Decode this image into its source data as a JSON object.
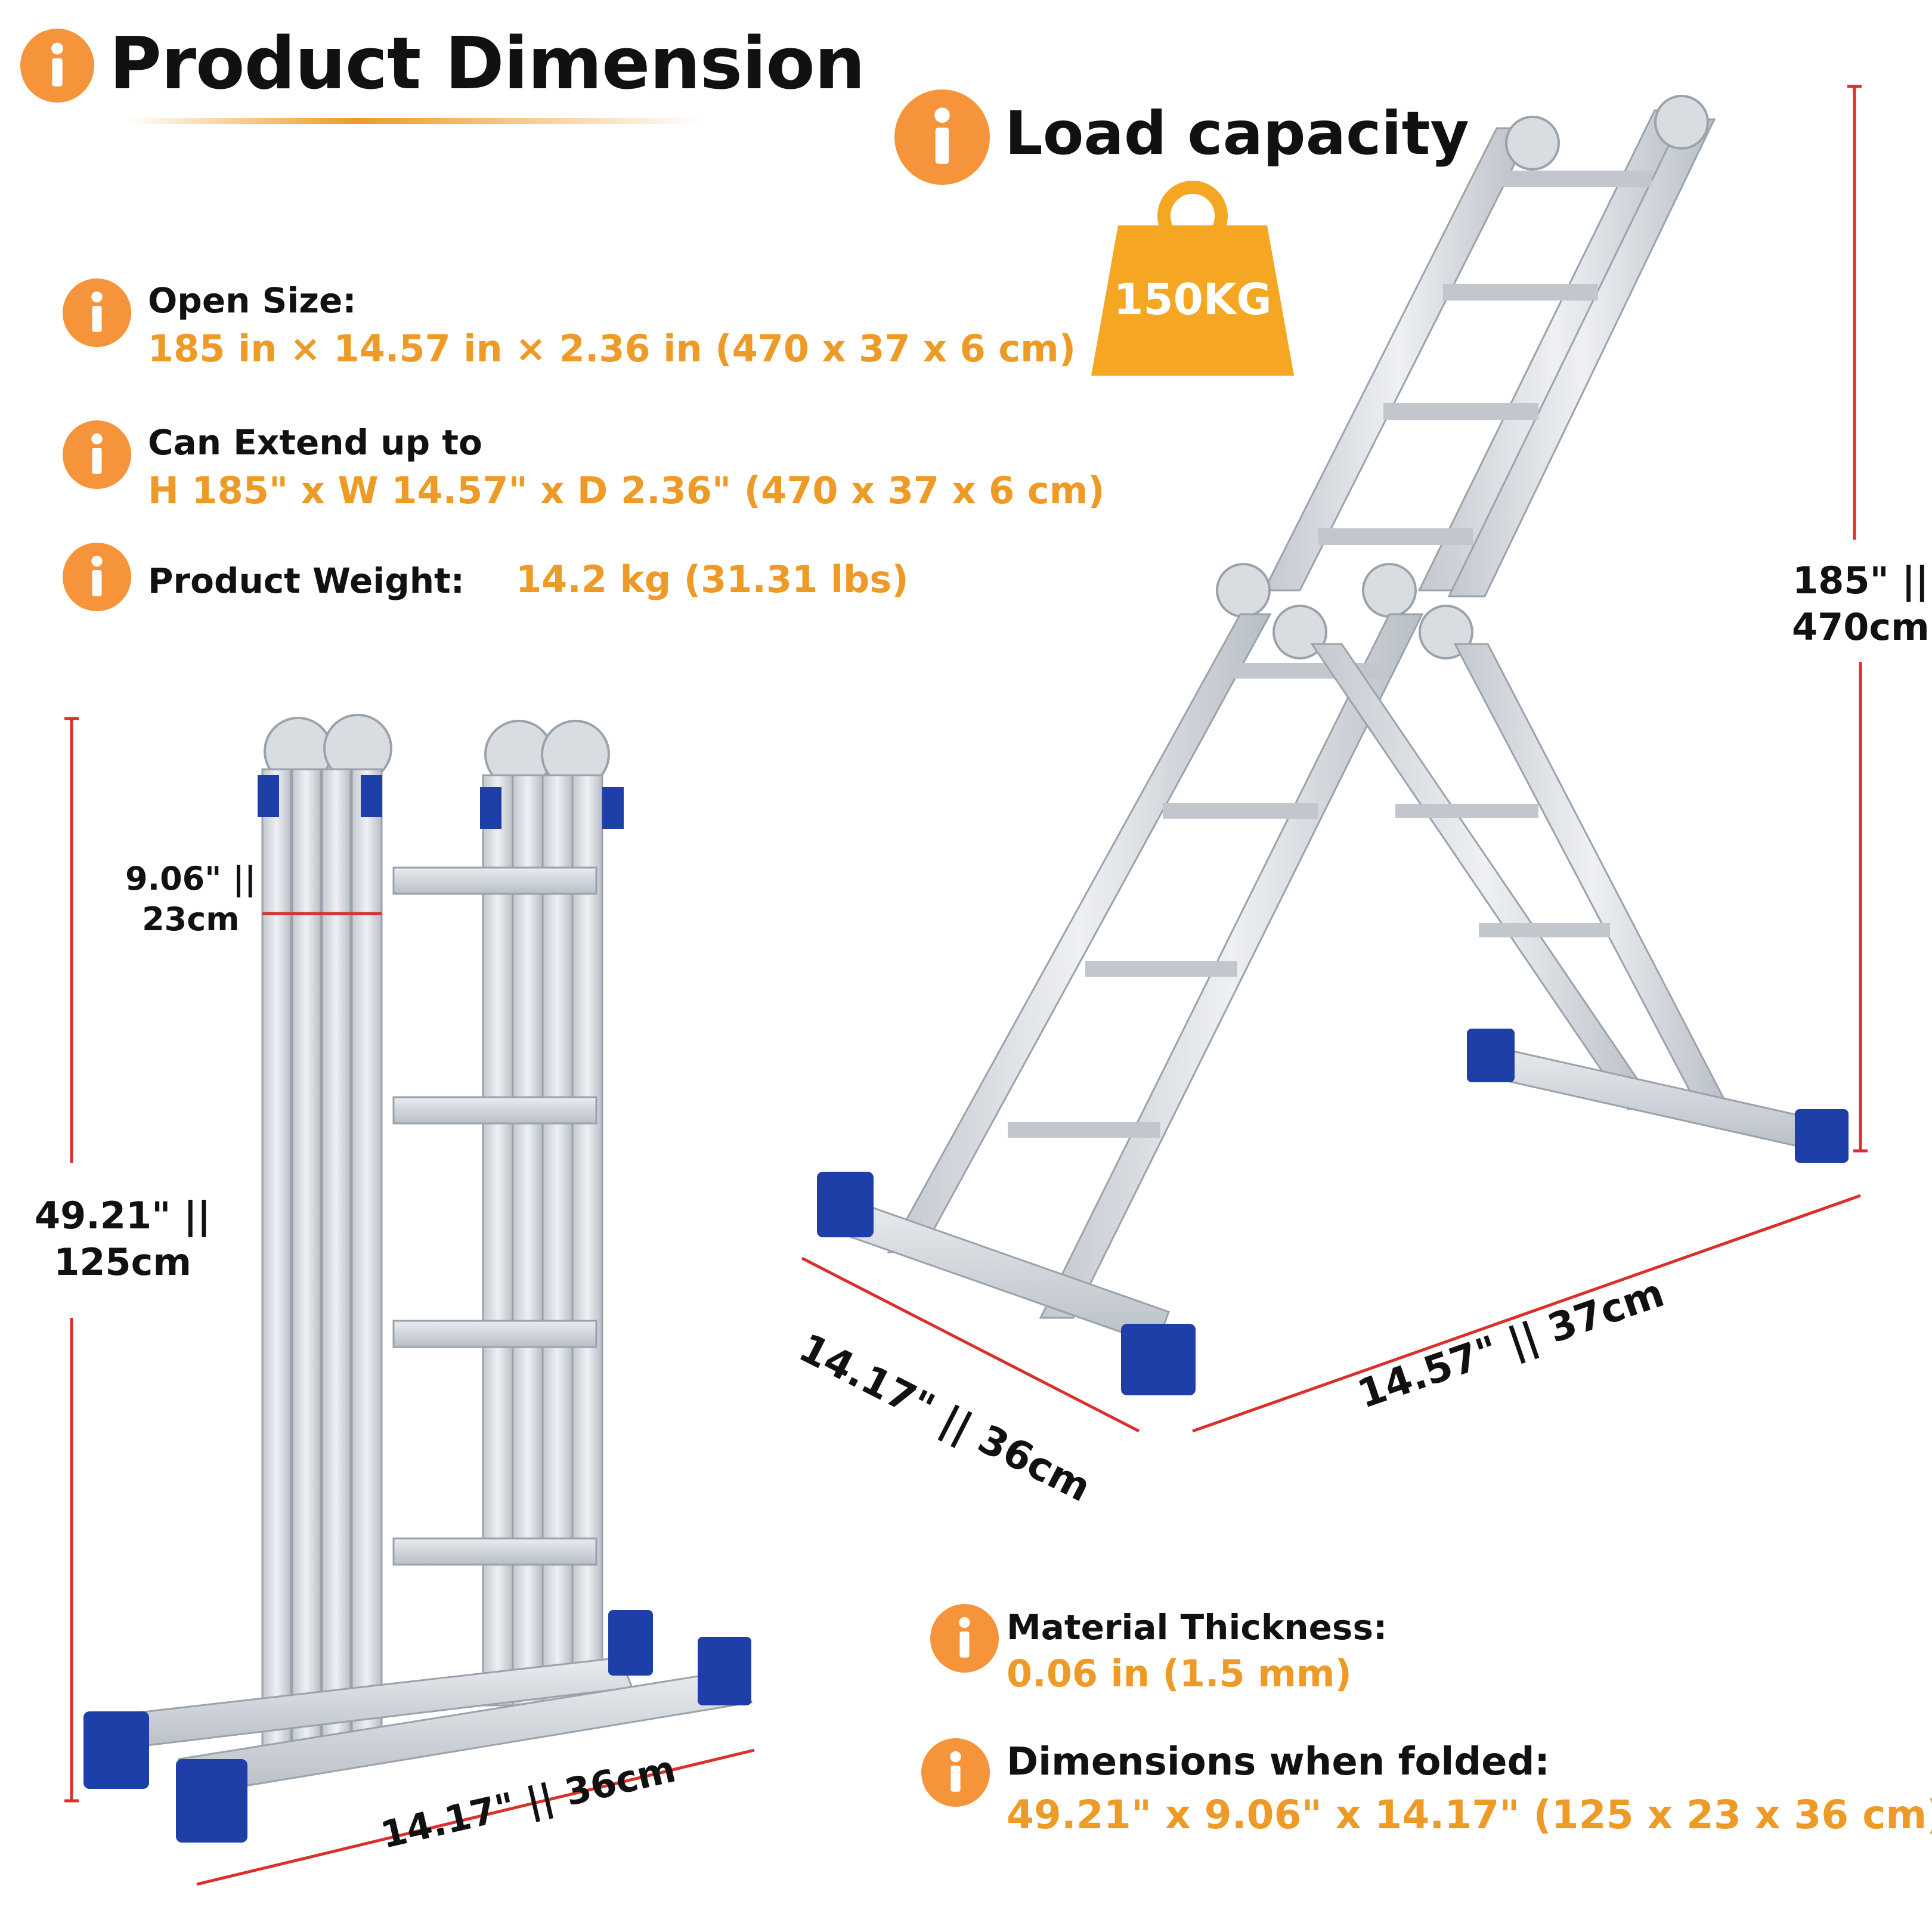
{
  "header": {
    "title": "Product Dimension"
  },
  "load": {
    "title": "Load capacity",
    "weight_label": "150KG"
  },
  "specs": [
    {
      "label": "Open Size:",
      "value": "185 in × 14.57 in × 2.36 in (470 x 37 x 6 cm)"
    },
    {
      "label": "Can Extend up to",
      "value": "H 185\" x W 14.57\" x D 2.36\" (470 x 37 x 6 cm)"
    },
    {
      "label": "Product Weight:",
      "value": "14.2 kg (31.31 lbs)"
    }
  ],
  "bottom_specs": [
    {
      "label": "Material Thickness:",
      "value": "0.06 in (1.5 mm)"
    },
    {
      "label": "Dimensions when folded:",
      "value": "49.21\" x 9.06\" x 14.17\" (125 x 23 x 36 cm)"
    }
  ],
  "dimensions": {
    "folded_width": [
      "9.06\" ||",
      "23cm"
    ],
    "folded_height": [
      "49.21\" ||",
      "125cm"
    ],
    "folded_depth": "14.17\" || 36cm",
    "open_height": [
      "185\" ||",
      "470cm"
    ],
    "open_depth": "14.17\" || 36cm",
    "open_width": "14.57\" || 37cm"
  },
  "colors": {
    "accent": "#f5943a",
    "value_text": "#ee9a26",
    "measure_line": "#d9302c",
    "ladder_blue": "#1f3fa8",
    "aluminium": "#d4d8de"
  },
  "icons": {
    "info": "info-icon",
    "weight": "weight-icon"
  }
}
